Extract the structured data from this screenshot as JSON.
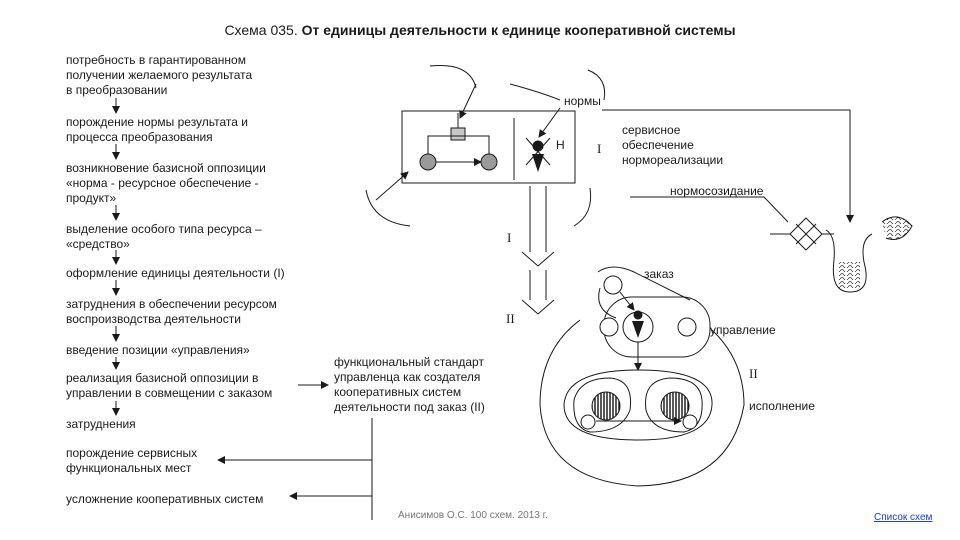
{
  "title": {
    "prefix": "Схема 035.",
    "main": "От единицы деятельности к единице кооперативной системы"
  },
  "left_steps": [
    "потребность в гарантированном\nполучении желаемого результата\nв преобразовании",
    "порождение нормы результата и\nпроцесса преобразования",
    "возникновение базисной оппозиции\n«норма - ресурсное обеспечение -\nпродукт»",
    "выделение особого типа ресурса –\n«средство»",
    "оформление единицы деятельности (I)",
    "затруднения в обеспечении ресурсом\nвоспроизводства деятельности",
    "введение позиции «управления»",
    "реализация базисной оппозиции в\nуправлении в совмещении с заказом",
    "затруднения",
    "порождение сервисных\nфункциональных мест",
    "усложнение кооперативных систем"
  ],
  "standard_text": "функциональный стандарт\nуправленца как создателя\nкооперативных систем\nдеятельности под заказ (II)",
  "labels": {
    "normy": "нормы",
    "n_letter": "Н",
    "roman_1_box": "I",
    "roman_1_mid": "I",
    "roman_2_mid": "II",
    "roman_2_right": "II",
    "service": "сервисное\nобеспечение\nнормореализации",
    "normosozdanie": "нормосозидание",
    "zakaz": "заказ",
    "upravlenie": "управление",
    "ispolnenie": "исполнение"
  },
  "footer": {
    "author": "Анисимов О.С. 100 схем. 2013 г.",
    "link": "Список схем"
  }
}
